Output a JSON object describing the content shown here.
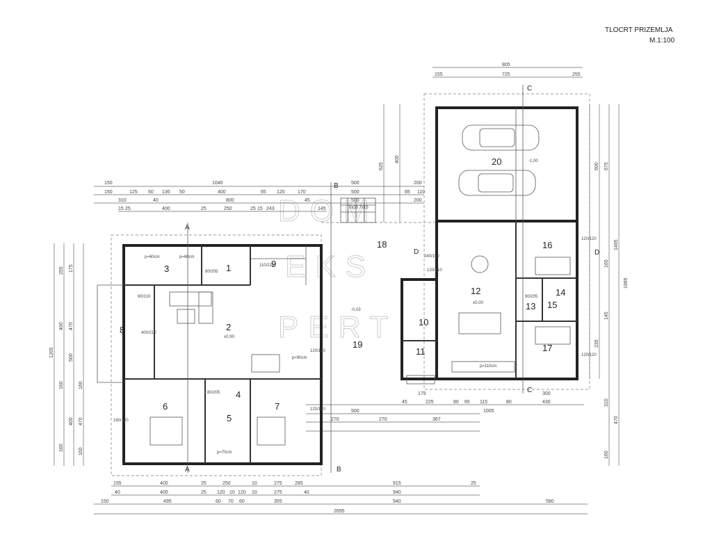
{
  "title": {
    "line1": "TLOCRT PRIZEMLJA",
    "line2": "M.1:100"
  },
  "watermark": [
    "DOM",
    "EKS",
    "PERT"
  ],
  "rooms": [
    "1",
    "2",
    "3",
    "4",
    "5",
    "6",
    "7",
    "8",
    "9",
    "10",
    "11",
    "12",
    "13",
    "14",
    "15",
    "16",
    "17",
    "18",
    "19",
    "20"
  ],
  "section_markers": {
    "a": "A",
    "b": "B",
    "c": "C",
    "d": "D"
  },
  "levels": {
    "living": "±0,90",
    "terrace": "-0,03",
    "kitchen": "±0,00",
    "garage": "-1,00"
  },
  "notes": {
    "stairs": "5x33\n7x15",
    "p60a": "p=60cm",
    "p60b": "p=60cm",
    "p90": "p=90cm",
    "p110": "p=110cm",
    "p70": "p=70cm"
  },
  "openings": [
    "80/205",
    "110/210",
    "400/210",
    "120/120",
    "80/210",
    "120/210",
    "160/120",
    "80/205",
    "90/205",
    "240/150",
    "120/120",
    "120/120",
    "120/120"
  ],
  "dims_top_left": {
    "row1": [
      "150",
      "1040",
      "500",
      "200"
    ],
    "row2": [
      "150",
      "125",
      "50",
      "130",
      "50",
      "400",
      "65",
      "120",
      "170",
      "500",
      "65",
      "110"
    ],
    "row3": [
      "310",
      "40",
      "800",
      "45",
      "500",
      "200"
    ],
    "row4": [
      "15",
      "25",
      "400",
      "25",
      "250",
      "25",
      "15",
      "243",
      "145"
    ]
  },
  "dims_top_right": {
    "row1": [
      "805"
    ],
    "row2": [
      "155",
      "725",
      "255"
    ]
  },
  "dims_bottom": {
    "row1": [
      "155",
      "400",
      "25",
      "250",
      "10",
      "275",
      "285",
      "915",
      "25"
    ],
    "row2": [
      "40",
      "400",
      "25",
      "120",
      "10",
      "120",
      "10",
      "275",
      "40",
      "940"
    ],
    "row3": [
      "150",
      "495",
      "60",
      "70",
      "60",
      "355",
      "940",
      "580"
    ],
    "row4": [
      "2695"
    ]
  },
  "dims_mid": [
    "45",
    "175",
    "225",
    "80",
    "65",
    "115",
    "80",
    "300",
    "1005",
    "430",
    "270",
    "270",
    "367",
    "500"
  ],
  "dims_left": [
    "255",
    "175",
    "400",
    "470",
    "1205",
    "160",
    "500",
    "160",
    "160",
    "400",
    "470",
    "160"
  ],
  "dims_right": [
    "625",
    "400",
    "600",
    "675",
    "1495",
    "1965",
    "160",
    "310",
    "470",
    "160",
    "235",
    "145"
  ]
}
